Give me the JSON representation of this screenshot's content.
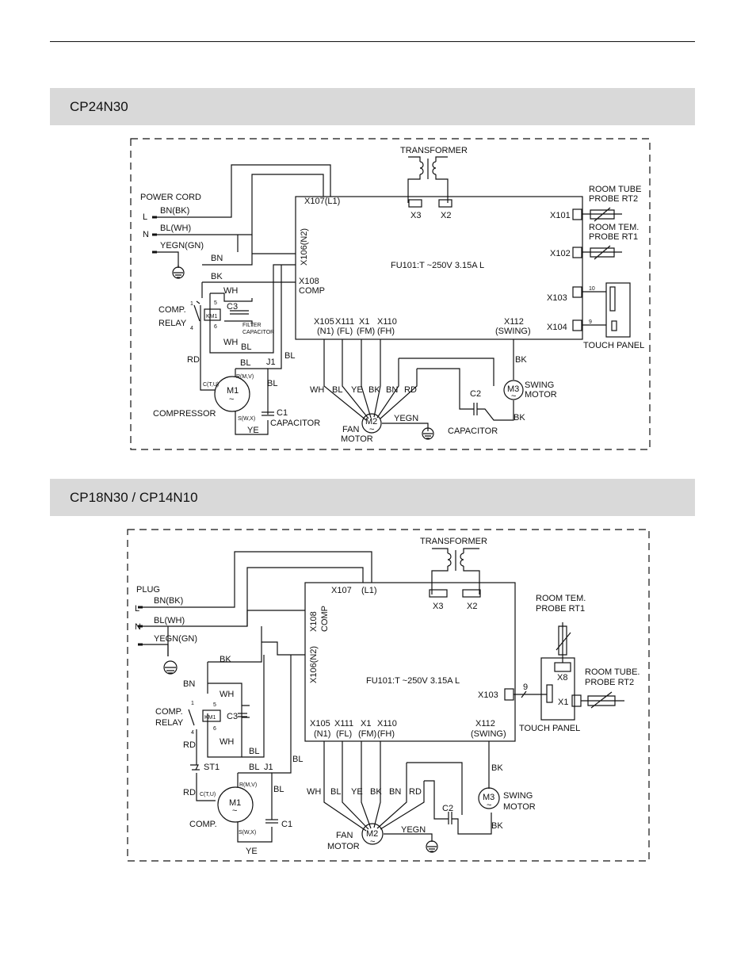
{
  "sections": [
    {
      "title": "CP24N30",
      "labels": {
        "transformer": "TRANSFORMER",
        "x3": "X3",
        "x2": "X2",
        "power_cord": "POWER CORD",
        "l": "L",
        "n": "N",
        "bn_bk": "BN(BK)",
        "bl_wh": "BL(WH)",
        "yegn_gn": "YEGN(GN)",
        "x107": "X107(L1)",
        "x106": "X106(N2)",
        "x108": "X108",
        "comp_connector": "COMP",
        "fuse": "FU101:T ~250V 3.15A L",
        "x101": "X101",
        "x102": "X102",
        "x103": "X103",
        "x104": "X104",
        "room_tube_probe_1": "ROOM TUBE",
        "room_tube_probe_2": "PROBE RT2",
        "room_tem_probe_1": "ROOM TEM.",
        "room_tem_probe_2": "PROBE RT1",
        "pin10": "10",
        "pin9": "9",
        "touch_panel": "TOUCH PANEL",
        "x105": "X105",
        "x105n": "(N1)",
        "x111": "X111",
        "x111n": "(FL)",
        "x1": "X1",
        "x1n": "(FM)",
        "x110": "X110",
        "x110n": "(FH)",
        "x112": "X112",
        "x112n": "(SWING)",
        "bn": "BN",
        "bk": "BK",
        "wh": "WH",
        "bl": "BL",
        "rd": "RD",
        "ye": "YE",
        "yegn": "YEGN",
        "c3": "C3",
        "filter_cap_1": "FILTER",
        "filter_cap_2": "CAPACITOR",
        "comp_relay_1": "COMP.",
        "comp_relay_2": "RELAY",
        "km1": "KM1",
        "p1": "1",
        "p4": "4",
        "p5": "5",
        "p6": "6",
        "j1": "J1",
        "rmv": "R(M,V)",
        "ctu": "C(T,U)",
        "swx": "S(W,X)",
        "m1": "M1",
        "compressor": "COMPRESSOR",
        "c1": "C1",
        "capacitor": "CAPACITOR",
        "m2": "M2",
        "fan": "FAN",
        "motor": "MOTOR",
        "c2": "C2",
        "m3": "M3",
        "swing": "SWING",
        "tilde": "~"
      }
    },
    {
      "title": "CP18N30 / CP14N10",
      "labels": {
        "transformer": "TRANSFORMER",
        "x3": "X3",
        "x2": "X2",
        "plug": "PLUG",
        "l": "L",
        "n": "N",
        "bn_bk": "BN(BK)",
        "bl_wh": "BL(WH)",
        "yegn_gn": "YEGN(GN)",
        "x107": "X107",
        "l1": "(L1)",
        "x108": "X108",
        "comp_connector": "COMP",
        "x106": "X106(N2)",
        "fuse": "FU101:T ~250V 3.15A L",
        "room_tem_probe_1": "ROOM TEM.",
        "room_tem_probe_2": "PROBE RT1",
        "room_tube_probe_1": "ROOM TUBE.",
        "room_tube_probe_2": "PROBE RT2",
        "x8": "X8",
        "x1c": "X1",
        "x103": "X103",
        "pin9": "9",
        "touch_panel": "TOUCH PANEL",
        "x105": "X105",
        "x105n": "(N1)",
        "x111": "X111",
        "x111n": "(FL)",
        "x1": "X1",
        "x1n": "(FM)",
        "x110": "X110",
        "x110n": "(FH)",
        "x112": "X112",
        "x112n": "(SWING)",
        "bk": "BK",
        "bn": "BN",
        "wh": "WH",
        "bl": "BL",
        "rd": "RD",
        "ye": "YE",
        "yegn": "YEGN",
        "c3": "C3",
        "comp_relay_1": "COMP.",
        "comp_relay_2": "RELAY",
        "km1": "KM1",
        "p1": "1",
        "p4": "4",
        "p5": "5",
        "p6": "6",
        "st1": "ST1",
        "j1": "J1",
        "rmv": "R(M,V)",
        "ctu": "C(T,U)",
        "swx": "S(W,X)",
        "m1": "M1",
        "comp": "COMP.",
        "c1": "C1",
        "m2": "M2",
        "fan": "FAN",
        "motor": "MOTOR",
        "c2": "C2",
        "m3": "M3",
        "swing": "SWING",
        "tilde": "~"
      }
    }
  ]
}
